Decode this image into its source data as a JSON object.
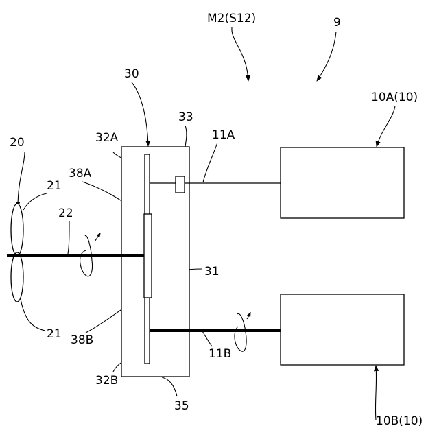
{
  "labels": {
    "m2": "M2(S12)",
    "ref9": "9",
    "ref30": "30",
    "ref10a": "10A(10)",
    "ref33": "33",
    "ref11a": "11A",
    "ref32a": "32A",
    "ref20": "20",
    "ref38a": "38A",
    "ref21_top": "21",
    "ref22": "22",
    "ref31": "31",
    "ref21_bottom": "21",
    "ref38b": "38B",
    "ref11b": "11B",
    "ref32b": "32B",
    "ref35": "35",
    "ref10b": "10B(10)"
  }
}
